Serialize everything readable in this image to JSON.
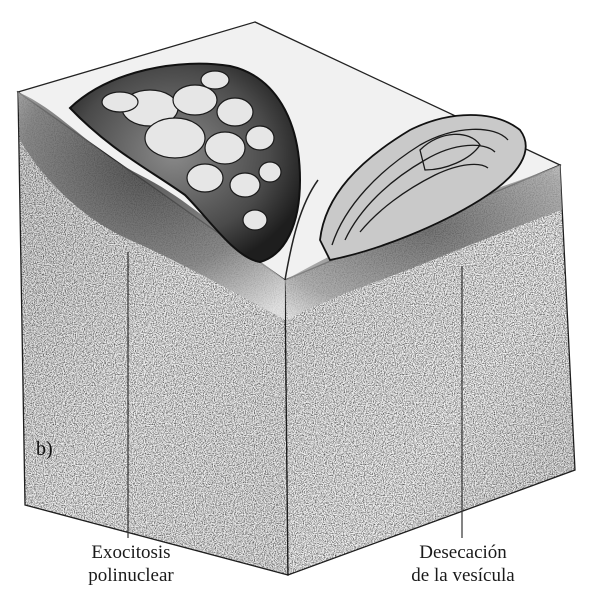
{
  "figure": {
    "panel_label": "b)",
    "labels": {
      "left_line1": "Exocitosis",
      "left_line2": "polinuclear",
      "right_line1": "Desecación",
      "right_line2": "de la vesícula"
    }
  },
  "colors": {
    "ink": "#1a1a1a",
    "background": "#ffffff",
    "shade": "#6f6f6f"
  }
}
